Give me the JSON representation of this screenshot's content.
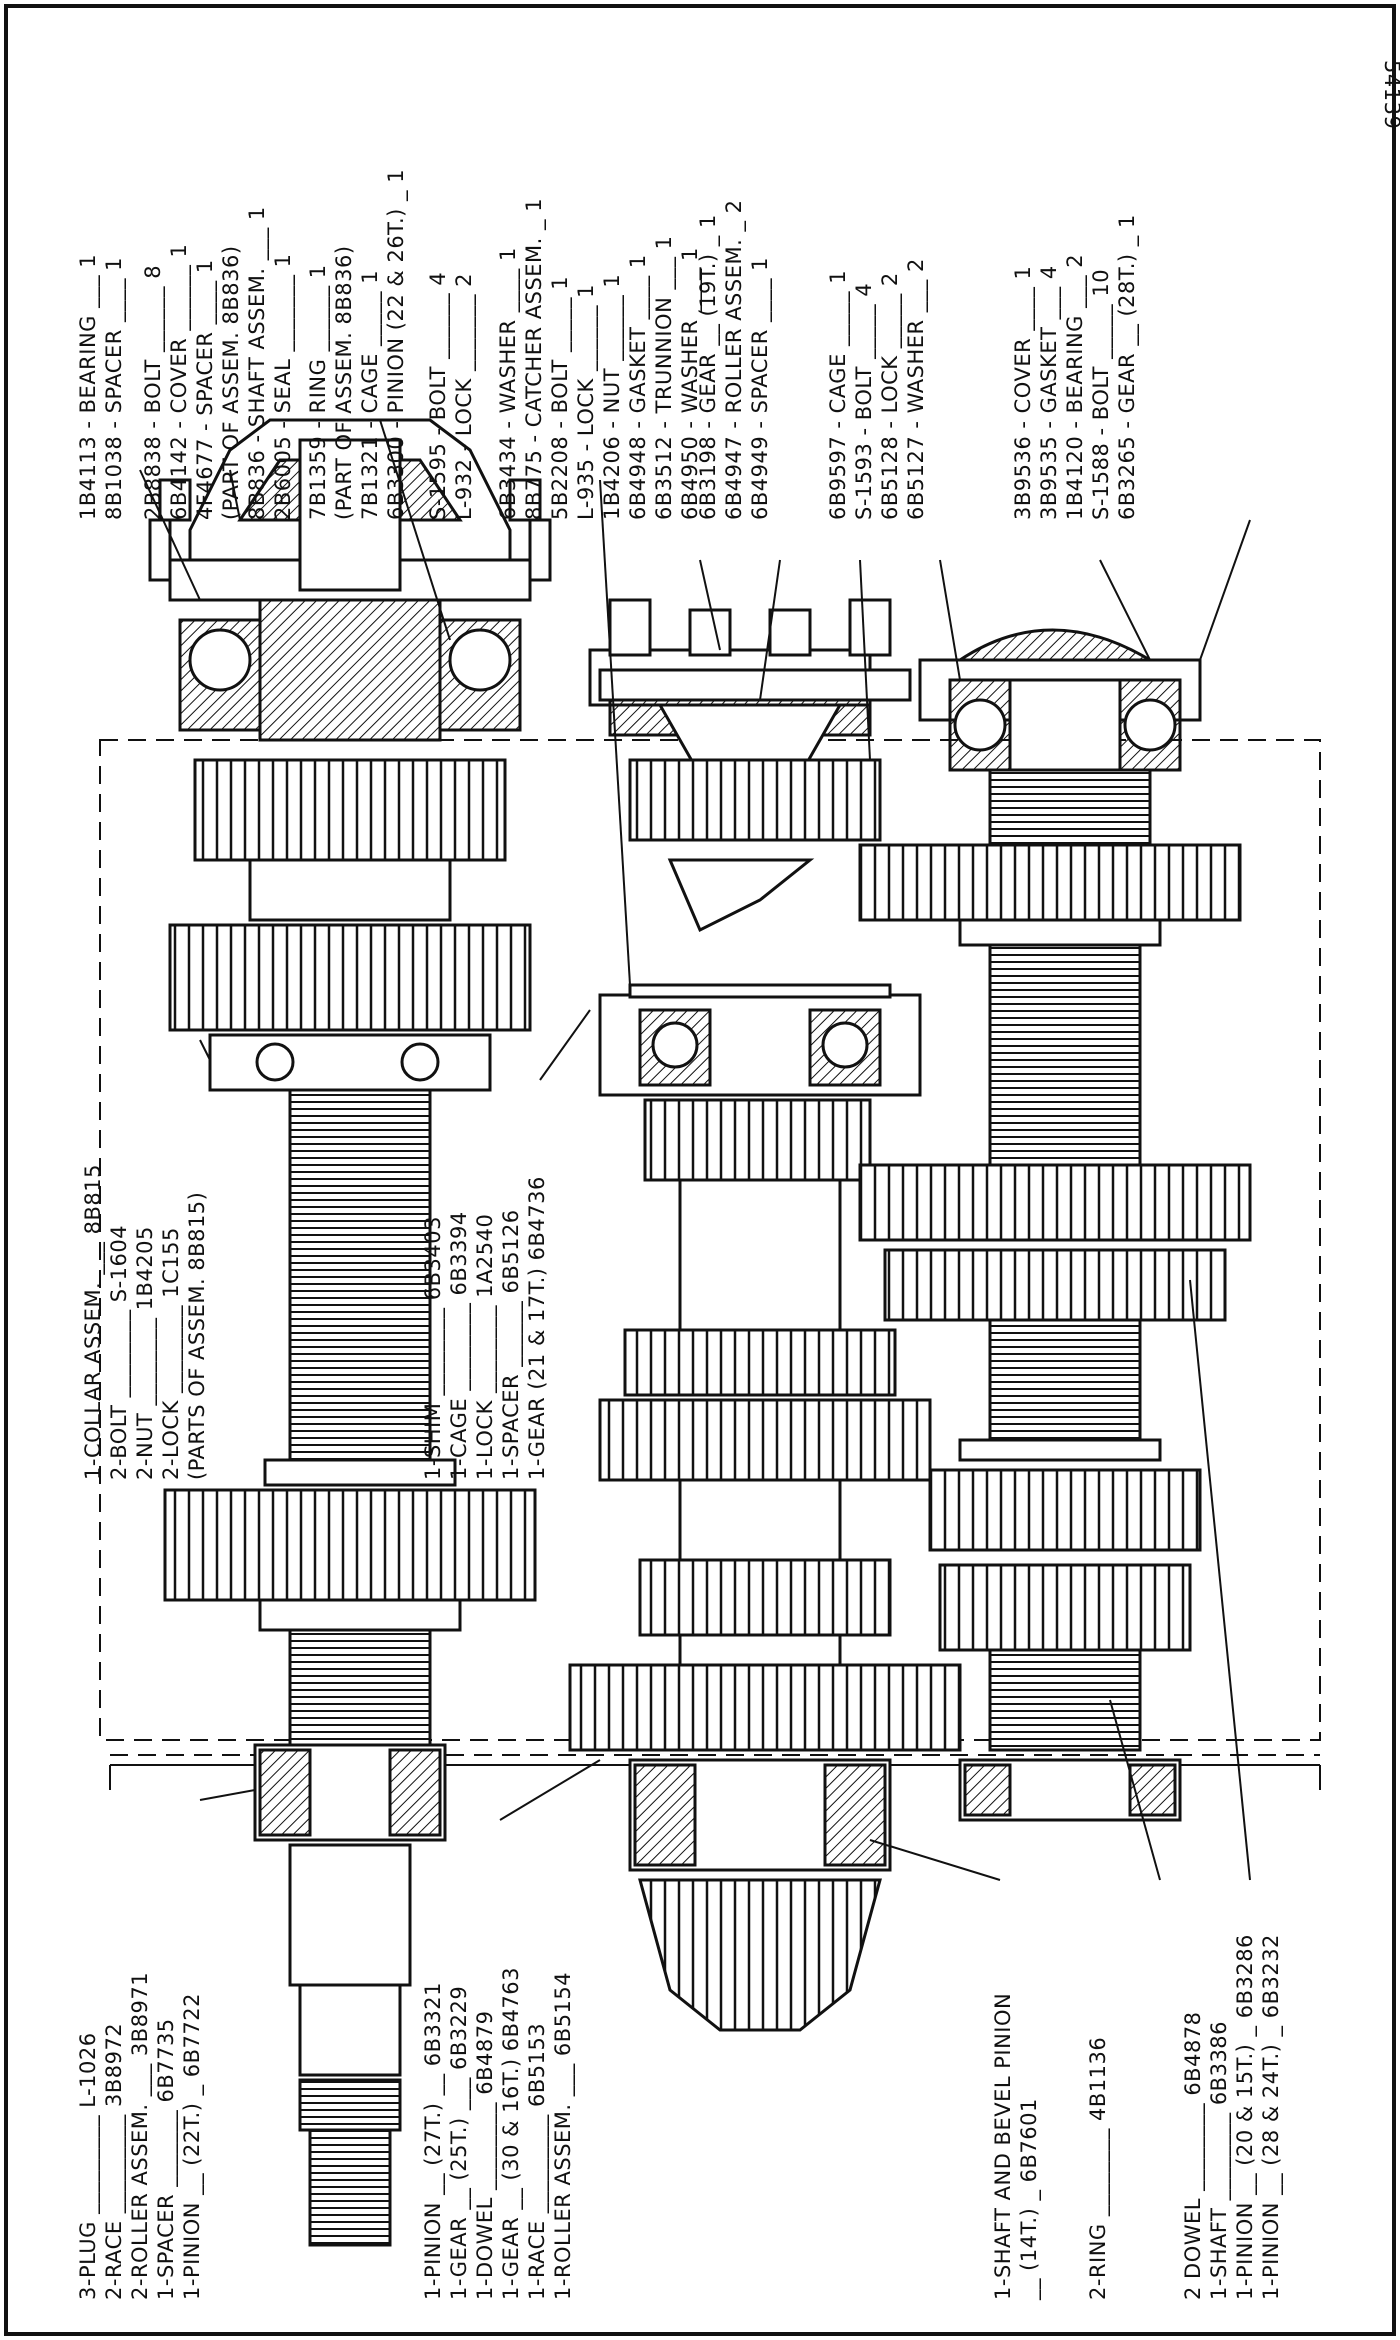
{
  "figure_number": "54139",
  "top_labels": [
    {
      "id": "g1",
      "lines": [
        "1B4113 - BEARING ___ 1",
        "8B1038 - SPACER ____ 1"
      ]
    },
    {
      "id": "g2",
      "lines": [
        "2B8838 - BOLT ______ 8",
        "6B4142 - COVER ______ 1",
        "4F4677 - SPACER ____ 1",
        "(PART OF ASSEM. 8B836)",
        "8B836 - SHAFT ASSEM. ___ 1",
        "2B6005 - SEAL _______ 1"
      ]
    },
    {
      "id": "g3",
      "lines": [
        "7B1359 - RING ______ 1",
        "(PART OF ASSEM. 8B836)",
        "7B1321 - CAGE _____ 1",
        "6B3300 - PINION (22 & 26T.) _ 1"
      ]
    },
    {
      "id": "g4",
      "lines": [
        "S-1595 - BOLT ______ 4",
        "L-932 - LOCK _______ 2"
      ]
    },
    {
      "id": "g5",
      "lines": [
        "6B3434 - WASHER ____ 1",
        "8B775 - CATCHER ASSEM. _ 1",
        "5B2208 - BOLT _____ 1",
        "L-935 - LOCK ______ 1",
        "1B4206 - NUT ______ 1",
        "6B4948 - GASKET ____ 1",
        "6B3512 - TRUNNION ___ 1",
        "6B4950 - WASHER ____ 1"
      ]
    },
    {
      "id": "g6",
      "lines": [
        "6B3198 - GEAR __ (19T.) _ 1",
        "6B4947 - ROLLER ASSEM. _ 2",
        "6B4949 - SPACER ____ 1"
      ]
    },
    {
      "id": "g7",
      "lines": [
        "6B9597 - CAGE _____ 1",
        "S-1593 - BOLT _____ 4",
        "6B5128 - LOCK _____ 2",
        "6B5127 - WASHER ___ 2"
      ]
    },
    {
      "id": "g8",
      "lines": [
        "3B9536 - COVER ____ 1",
        "3B9535 - GASKET ___ 4",
        "1B4120 - BEARING ___ 2",
        "S-1588 - BOLT _____ 10",
        "6B3265 - GEAR __ (28T.) _ 1"
      ]
    }
  ],
  "middle_labels": [
    {
      "id": "m1",
      "lines": [
        "1-COLLAR ASSEM. ___ 8B815",
        "2-BOLT ________ S-1604",
        "2-NUT ________ 1B4205",
        "2-LOCK ________ 1C155",
        "(PARTS OF ASSEM. 8B815)"
      ]
    },
    {
      "id": "m2",
      "lines": [
        "1-SHIM ________ 6B3403",
        "1-CAGE ________ 6B3394",
        "1-LOCK ________ 1A2540",
        "1-SPACER ______ 6B5126",
        "1-GEAR (21 & 17T.) 6B4736"
      ]
    }
  ],
  "bottom_labels": [
    {
      "id": "b1",
      "lines": [
        "3-PLUG _________ L-1026",
        "2-RACE _________ 3B8972",
        "2-ROLLER ASSEM. ___ 3B8971",
        "1-SPACER _______ 6B7735",
        "1-PINION __ (22T.) _ 6B7722"
      ]
    },
    {
      "id": "b2",
      "lines": [
        "1-PINION __ (27T.) __ 6B3321",
        "1-GEAR __ (25T.) ___ 6B3229",
        "1-DOWEL ________ 6B4879",
        "1-GEAR __ (30 & 16T.) 6B4763",
        "1-RACE _________ 6B5153",
        "1-ROLLER ASSEM. ___ 6B5154"
      ]
    },
    {
      "id": "b3",
      "lines": [
        "1-SHAFT AND BEVEL PINION",
        "__ (14T.) _ 6B7601"
      ]
    },
    {
      "id": "b4",
      "lines": [
        "2-RING ________ 4B1136"
      ]
    },
    {
      "id": "b5",
      "lines": [
        "2 DOWEL ________ 6B4878",
        "1-SHAFT ________ 6B3386",
        "1-PINION __ (20 & 15T.) _ 6B3286",
        "1-PINION __ (28 & 24T.) _ 6B3232"
      ]
    }
  ]
}
